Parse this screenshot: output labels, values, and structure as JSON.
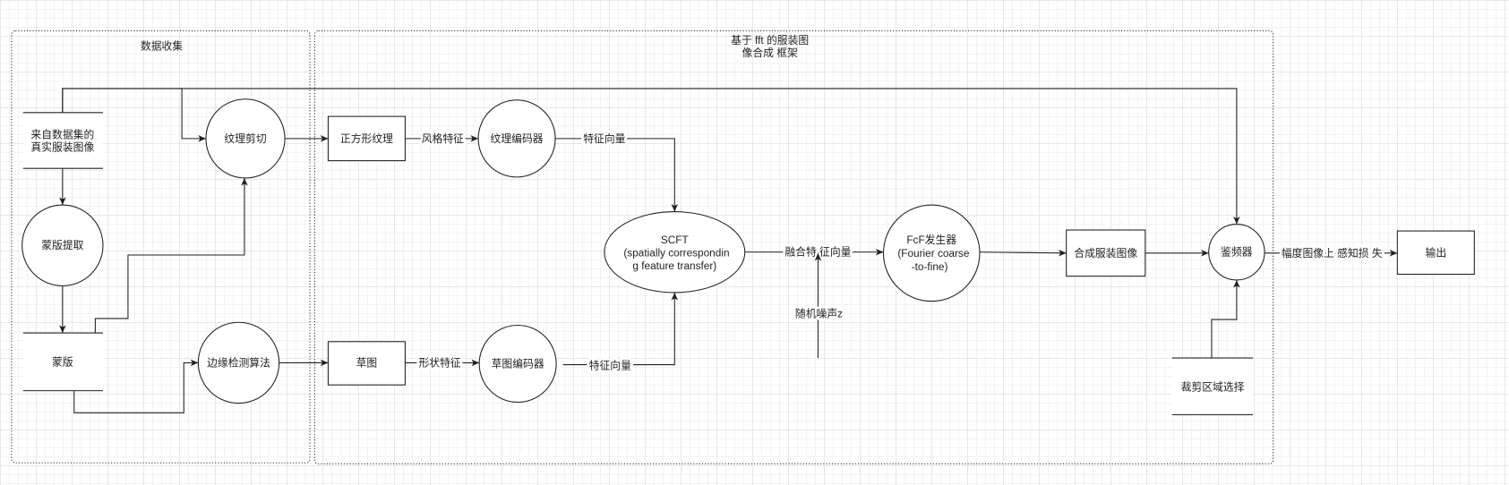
{
  "containers": {
    "data_collection": {
      "label": "数据收集"
    },
    "framework": {
      "label_lines": [
        "基于 fft 的服装图",
        "像合成 框架"
      ]
    }
  },
  "nodes": {
    "real_images": {
      "lines": [
        "来自数据集的",
        "真实服装图像"
      ]
    },
    "mask_extraction": {
      "label": "蒙版提取"
    },
    "mask": {
      "label": "蒙版"
    },
    "texture_crop": {
      "label": "纹理剪切"
    },
    "edge_detection": {
      "label": "边缘检测算法"
    },
    "square_texture": {
      "label": "正方形纹理"
    },
    "sketch": {
      "label": "草图"
    },
    "texture_encoder": {
      "label": "纹理编码器"
    },
    "sketch_encoder": {
      "label": "草图编码器"
    },
    "scft": {
      "lines": [
        "SCFT",
        "(spatially correspondin",
        "g feature transfer)"
      ]
    },
    "fcf_generator": {
      "lines": [
        "FcF发生器",
        "(Fourier coarse",
        "-to-fine)"
      ]
    },
    "synthesized_image": {
      "label": "合成服装图像"
    },
    "discriminator": {
      "label": "鉴频器"
    },
    "crop_region": {
      "label": "裁剪区域选择"
    },
    "output": {
      "label": "输出"
    }
  },
  "edges": {
    "style_feature": {
      "label": "风格特征"
    },
    "texture_feature_vector": {
      "label": "特征向量"
    },
    "shape_feature": {
      "label": "形状特征"
    },
    "sketch_feature_vector": {
      "label": "特征向量"
    },
    "fused_feature_vector": {
      "label": "融合特 征向量"
    },
    "random_noise": {
      "label": "随机噪声z"
    },
    "perceptual_loss": {
      "label": "幅度图像上 感知损 失"
    }
  },
  "colors": {
    "line": "#222222",
    "text": "#1f1f1f",
    "shape_fill": "#ffffff",
    "canvas": "#ffffff"
  }
}
